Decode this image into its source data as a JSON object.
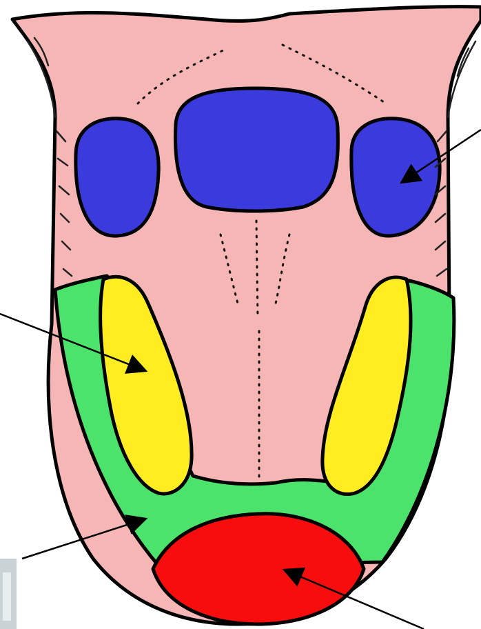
{
  "colors": {
    "background": "#ffffff",
    "tongue_base": "#f7b6b6",
    "bitter_zone": "#3b3bdd",
    "sour_zone": "#4be36b",
    "salty_zone": "#ffec21",
    "sweet_zone": "#f70d0d",
    "outline": "#000000",
    "photo_fragment": "#c9d3d6"
  },
  "regions": [
    {
      "id": "back-center",
      "color_key": "bitter_zone"
    },
    {
      "id": "back-left",
      "color_key": "bitter_zone"
    },
    {
      "id": "back-right",
      "color_key": "bitter_zone"
    },
    {
      "id": "sides-outer",
      "color_key": "sour_zone"
    },
    {
      "id": "sides-left-inner",
      "color_key": "salty_zone"
    },
    {
      "id": "sides-right-inner",
      "color_key": "salty_zone"
    },
    {
      "id": "tip",
      "color_key": "sweet_zone"
    }
  ],
  "pointers": [
    {
      "target": "back-right-zone",
      "icon": "arrow-icon"
    },
    {
      "target": "left-inner-side-zone",
      "icon": "arrow-icon"
    },
    {
      "target": "outer-side-zone",
      "icon": "arrow-icon"
    },
    {
      "target": "tip-zone",
      "icon": "arrow-icon"
    }
  ]
}
